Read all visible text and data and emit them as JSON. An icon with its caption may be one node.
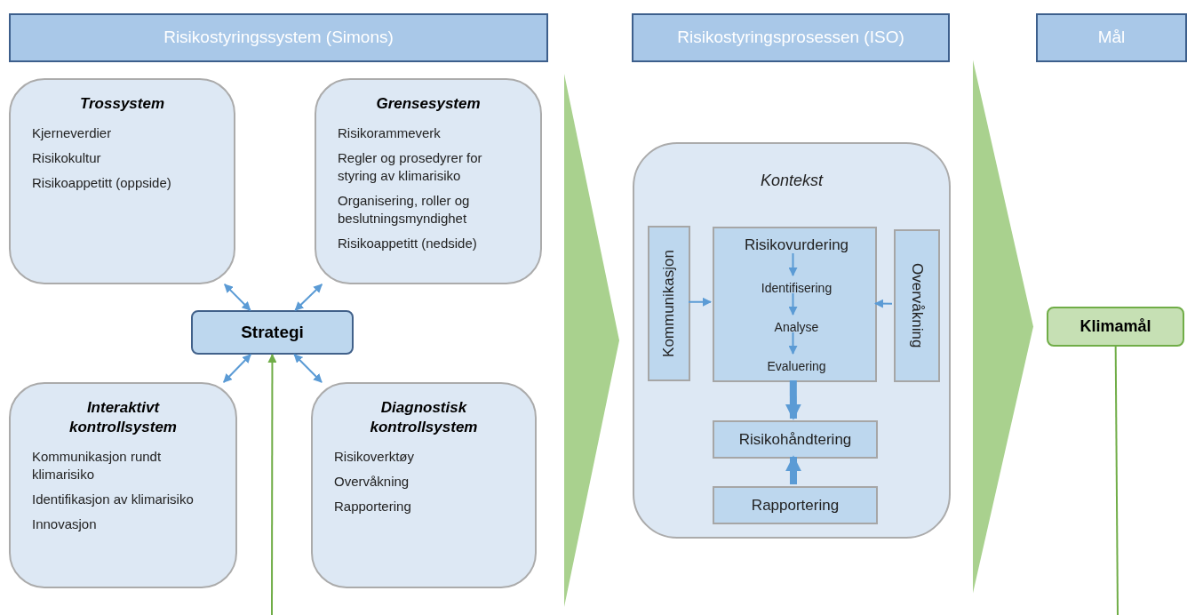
{
  "diagram": {
    "nodes": [
      {
        "text": [
          "Risikostyringssystem (Simons)"
        ]
      },
      {
        "text": [
          "Risikostyringsprosessen (ISO)"
        ]
      },
      {
        "text": [
          "Mål"
        ]
      },
      {
        "text": [
          "Trossystem",
          "Kjerneverdier",
          "Risikokultur",
          "Risikoappetitt (oppside)"
        ]
      },
      {
        "text": [
          "Grensesystem",
          "Risikorammeverk",
          "Regler og prosedyrer for styring av klimarisiko",
          "Organisering, roller og beslutningsmyndighet",
          "Risikoappetitt (nedside)"
        ]
      },
      {
        "text": [
          "Strategi"
        ]
      },
      {
        "text": [
          "Interaktivt kontrollsystem",
          "Kommunikasjon rundt klimarisiko",
          "Identifikasjon av klimarisiko",
          "Innovasjon"
        ]
      },
      {
        "text": [
          "Diagnostisk kontrollsystem",
          "Risikoverktøy",
          "Overvåkning",
          "Rapportering"
        ]
      },
      {
        "text": [
          "Kontekst"
        ]
      },
      {
        "text": [
          "Kommunikasjon"
        ],
        "in": 8
      },
      {
        "text": [],
        "shape": "box",
        "in": 8
      },
      {
        "text": [
          "Risikovurdering"
        ],
        "in": 10
      },
      {
        "text": [
          "Identifisering"
        ],
        "in": 10
      },
      {
        "text": [
          "Analyse"
        ],
        "in": 10
      },
      {
        "text": [
          "Evaluering"
        ],
        "in": 10
      },
      {
        "text": [
          "Overvåkning"
        ],
        "in": 8
      },
      {
        "text": [
          "Risikohåndtering"
        ],
        "in": 8
      },
      {
        "text": [
          "Rapportering"
        ],
        "in": 8
      },
      {
        "text": [
          "Klimamål"
        ]
      }
    ],
    "edges": [
      {
        "from": 3,
        "to": 5,
        "arrow": "both"
      },
      {
        "from": 4,
        "to": 5,
        "arrow": "both"
      },
      {
        "from": 6,
        "to": 5,
        "arrow": "both"
      },
      {
        "from": 7,
        "to": 5,
        "arrow": "both"
      },
      {
        "from": null,
        "to": 5,
        "arrow": "to",
        "color": "#70ad47"
      },
      {
        "from": null,
        "to": 8,
        "arrow": "to",
        "style": "thick",
        "color": "#a9d18e"
      },
      {
        "from": 9,
        "to": 10,
        "arrow": "to"
      },
      {
        "from": 15,
        "to": 10,
        "arrow": "to"
      },
      {
        "from": 11,
        "to": 12,
        "arrow": "to"
      },
      {
        "from": 12,
        "to": 13,
        "arrow": "to"
      },
      {
        "from": 13,
        "to": 14,
        "arrow": "to"
      },
      {
        "from": 10,
        "to": 16,
        "arrow": "to",
        "style": "thick"
      },
      {
        "from": 17,
        "to": 16,
        "arrow": "to",
        "style": "thick"
      },
      {
        "from": 8,
        "to": 18,
        "arrow": "to",
        "style": "thick",
        "color": "#a9d18e"
      },
      {
        "from": 18,
        "to": null,
        "arrow": "none",
        "color": "#70ad47"
      }
    ]
  }
}
